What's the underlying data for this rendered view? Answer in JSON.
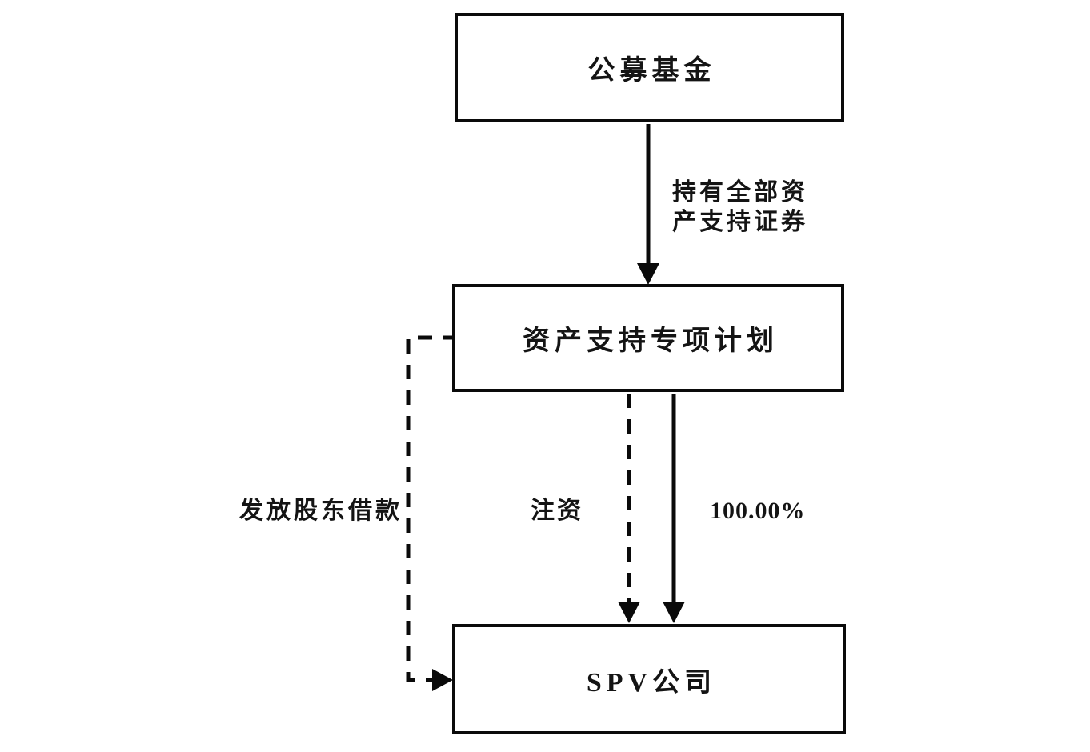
{
  "diagram": {
    "background_color": "#ffffff",
    "line_color": "#0a0a0a",
    "text_color": "#141414",
    "nodes": {
      "public_fund": {
        "label": "公募基金"
      },
      "abs_plan": {
        "label": "资产支持专项计划"
      },
      "spv_company": {
        "label": "SPV公司"
      }
    },
    "edges": {
      "hold_abs": {
        "label_line1": "持有全部资",
        "label_line2": "产支持证券",
        "style": "solid",
        "from": "public_fund",
        "to": "abs_plan"
      },
      "capital_injection": {
        "label": "注资",
        "style": "dashed",
        "from": "abs_plan",
        "to": "spv_company"
      },
      "equity_percentage": {
        "label": "100.00%",
        "style": "solid",
        "from": "abs_plan",
        "to": "spv_company"
      },
      "shareholder_loan": {
        "label": "发放股东借款",
        "style": "dashed",
        "from": "abs_plan",
        "to": "spv_company"
      }
    }
  }
}
